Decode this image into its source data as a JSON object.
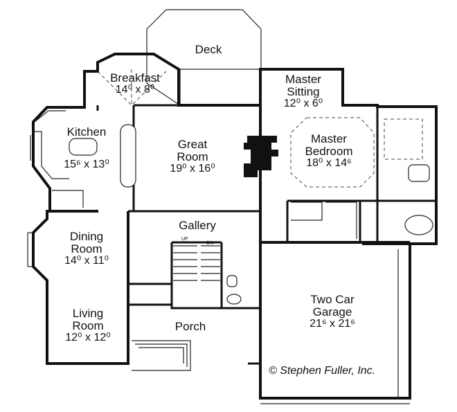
{
  "rooms": {
    "deck": {
      "name": "Deck",
      "dims": ""
    },
    "breakfast": {
      "name": "Breakfast",
      "dims": "14⁰ x 8⁰"
    },
    "master_sitting": {
      "name": "Master Sitting",
      "name_line1": "Master",
      "name_line2": "Sitting",
      "dims": "12⁰ x 6⁰"
    },
    "kitchen": {
      "name": "Kitchen",
      "dims": "15⁶ x 13⁰"
    },
    "great_room": {
      "name": "Great Room",
      "name_line1": "Great",
      "name_line2": "Room",
      "dims": "19⁰ x 16⁰"
    },
    "master_bedroom": {
      "name": "Master Bedroom",
      "name_line1": "Master",
      "name_line2": "Bedroom",
      "dims": "18⁰ x 14⁶"
    },
    "gallery": {
      "name": "Gallery",
      "dims": ""
    },
    "dining_room": {
      "name": "Dining Room",
      "name_line1": "Dining",
      "name_line2": "Room",
      "dims": "14⁰ x 11⁰"
    },
    "living_room": {
      "name": "Living Room",
      "name_line1": "Living",
      "name_line2": "Room",
      "dims": "12⁰ x 12⁰"
    },
    "porch": {
      "name": "Porch",
      "dims": ""
    },
    "garage": {
      "name": "Two Car Garage",
      "name_line1": "Two Car",
      "name_line2": "Garage",
      "dims": "21⁶ x 21⁶"
    }
  },
  "stairs": {
    "up_label": "UP",
    "down_label": "DN"
  },
  "credit": {
    "symbol": "©",
    "text": "Stephen Fuller, Inc."
  }
}
